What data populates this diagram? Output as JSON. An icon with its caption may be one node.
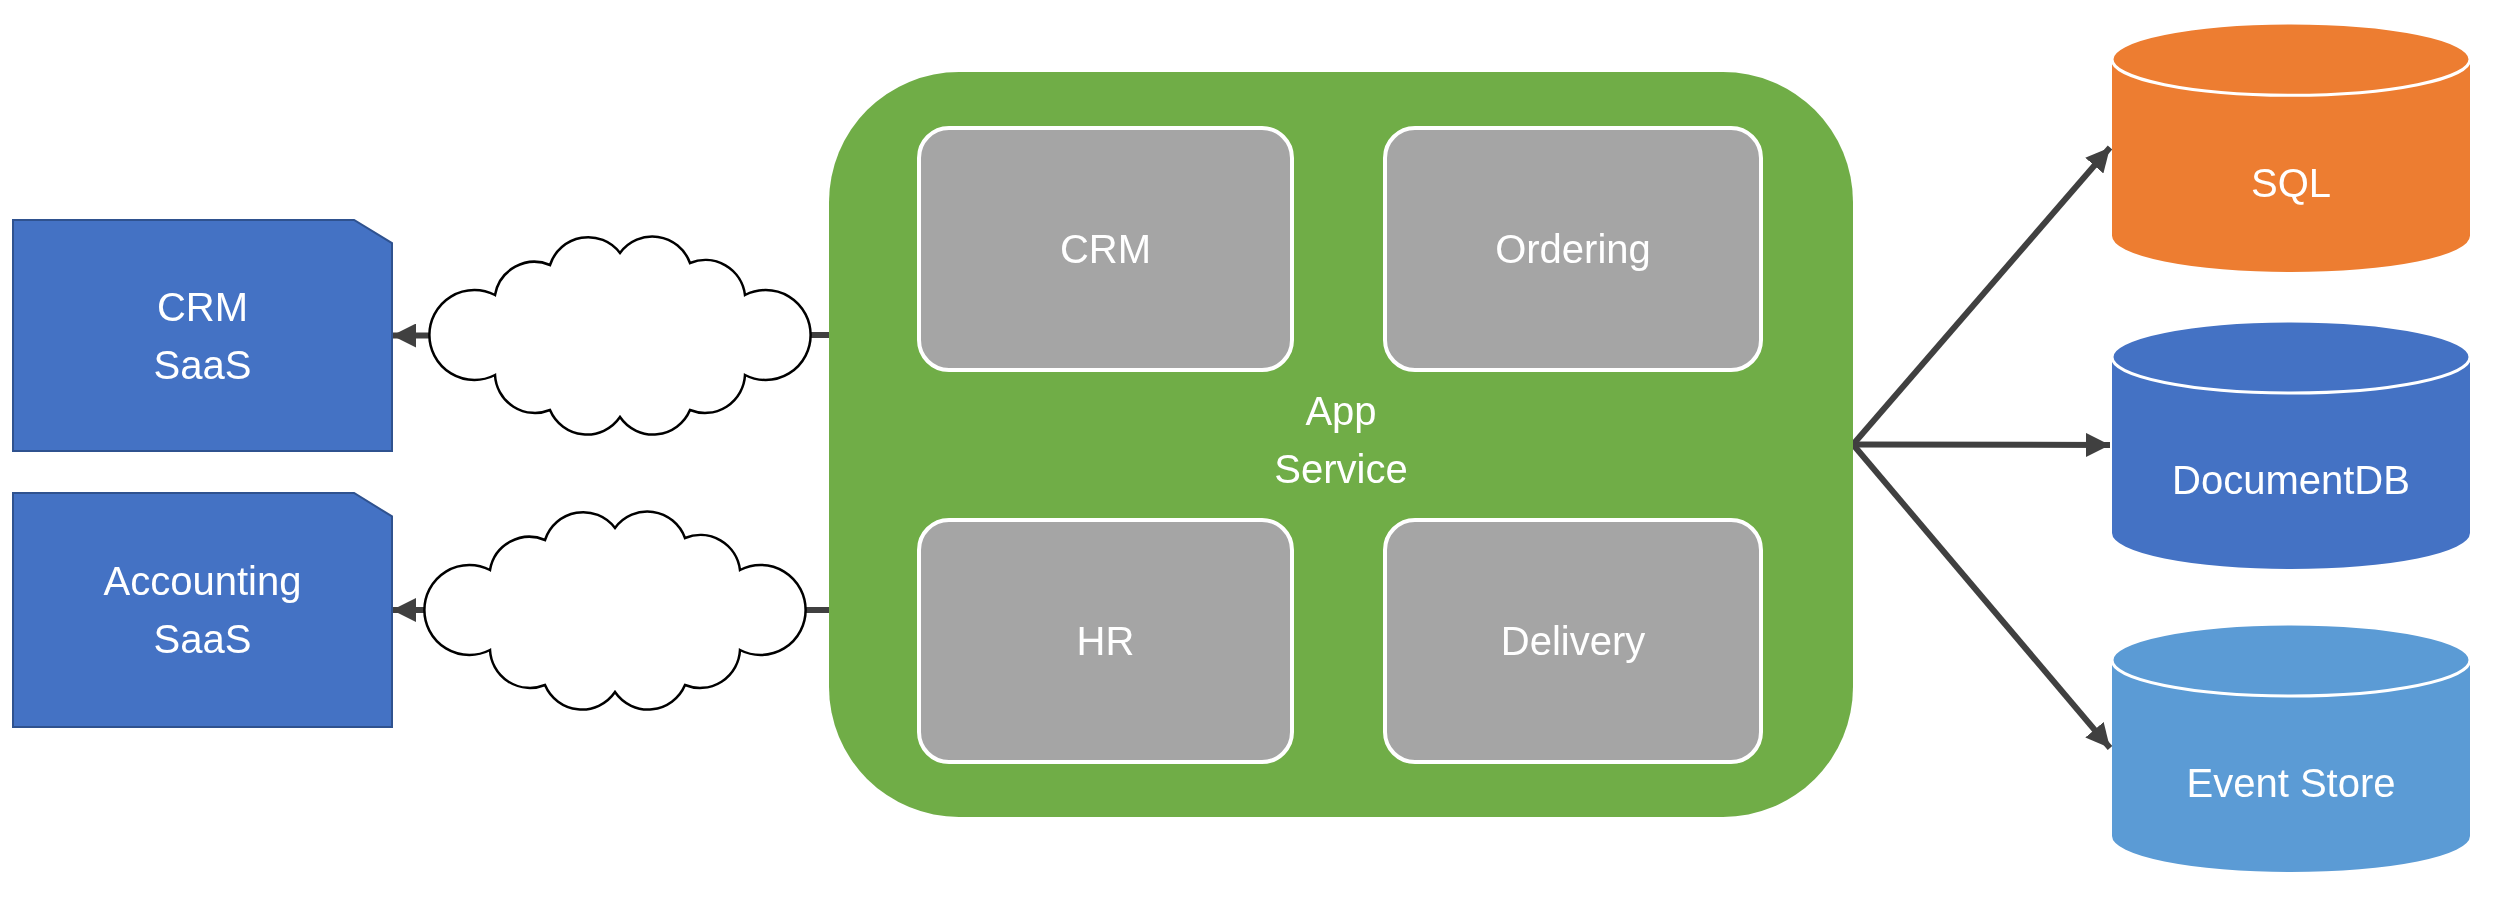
{
  "diagram": {
    "nodes": [
      {
        "text": [
          "CRM SaaS"
        ]
      },
      {
        "text": [
          "Accounting SaaS"
        ]
      },
      {
        "text": [],
        "shape": "cloud"
      },
      {
        "text": [],
        "shape": "cloud"
      },
      {
        "text": [
          "App Service"
        ]
      },
      {
        "text": [
          "CRM"
        ],
        "in": 4
      },
      {
        "text": [
          "Ordering"
        ],
        "in": 4
      },
      {
        "text": [
          "HR"
        ],
        "in": 4
      },
      {
        "text": [
          "Delivery"
        ],
        "in": 4
      },
      {
        "text": [
          "SQL"
        ]
      },
      {
        "text": [
          "DocumentDB"
        ]
      },
      {
        "text": [
          "Event Store"
        ]
      }
    ],
    "edges": [
      {
        "from": 4,
        "to": 2,
        "arrow": "none"
      },
      {
        "from": 2,
        "to": 0,
        "arrow": "to"
      },
      {
        "from": 4,
        "to": 3,
        "arrow": "none"
      },
      {
        "from": 3,
        "to": 1,
        "arrow": "to"
      },
      {
        "from": 4,
        "to": 9,
        "arrow": "to"
      },
      {
        "from": 4,
        "to": 10,
        "arrow": "to"
      },
      {
        "from": 4,
        "to": 11,
        "arrow": "to"
      }
    ]
  }
}
